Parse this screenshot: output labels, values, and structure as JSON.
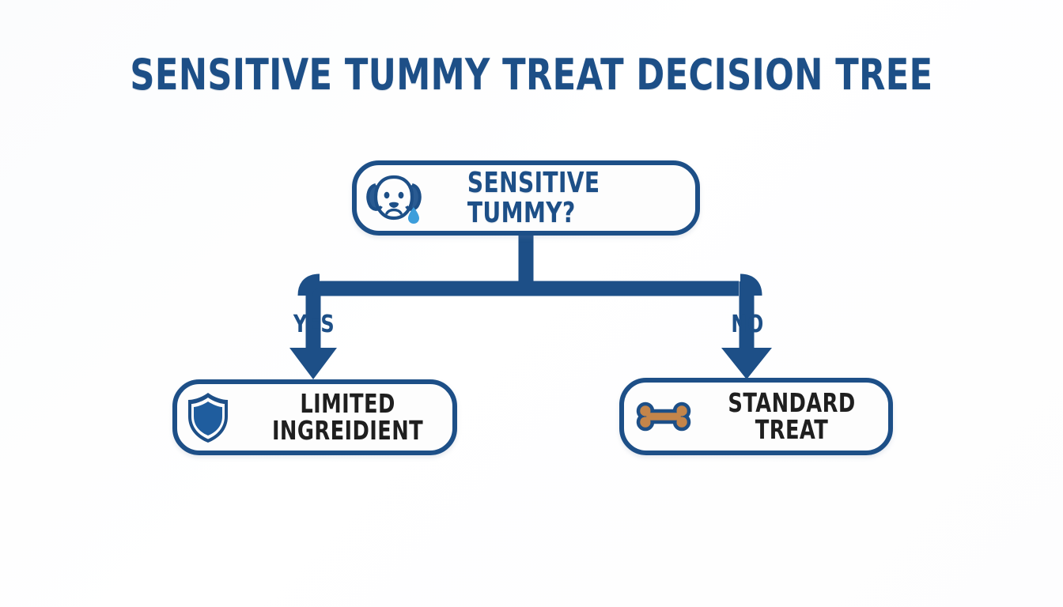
{
  "page": {
    "title": "SENSITIVE TUMMY TREAT DECISION TREE",
    "background_color": "#fdfdfd"
  },
  "colors": {
    "primary_blue": "#1d4f87",
    "accent_blue": "#2f6aa8",
    "tear_blue": "#3d9edb",
    "bone_tan": "#c4854a",
    "text_dark": "#1f1f1f",
    "box_fill": "#fdfdfd"
  },
  "chart_data": {
    "type": "diagram",
    "diagram_type": "decision-tree",
    "title": "SENSITIVE TUMMY TREAT DECISION TREE",
    "nodes": [
      {
        "id": "root",
        "label": "SENSITIVE TUMMY?",
        "icon": "sad-dog-face-icon",
        "role": "decision",
        "text_color": "#1d4f87"
      },
      {
        "id": "limited",
        "label": "LIMITED\nINGREIDIENT",
        "icon": "shield-icon",
        "role": "outcome",
        "text_color": "#1f1f1f"
      },
      {
        "id": "standard",
        "label": "STANDARD TREAT",
        "icon": "bone-icon",
        "role": "outcome",
        "text_color": "#1f1f1f"
      }
    ],
    "edges": [
      {
        "from": "root",
        "to": "limited",
        "label": "YES"
      },
      {
        "from": "root",
        "to": "standard",
        "label": "NO"
      }
    ]
  },
  "title": {
    "text": "SENSITIVE TUMMY TREAT DECISION TREE"
  },
  "nodes": {
    "root": {
      "label": "SENSITIVE TUMMY?"
    },
    "limited": {
      "label": "LIMITED\nINGREIDIENT"
    },
    "standard": {
      "label": "STANDARD TREAT"
    }
  },
  "branches": {
    "yes": {
      "label": "YES"
    },
    "no": {
      "label": "NO"
    }
  }
}
